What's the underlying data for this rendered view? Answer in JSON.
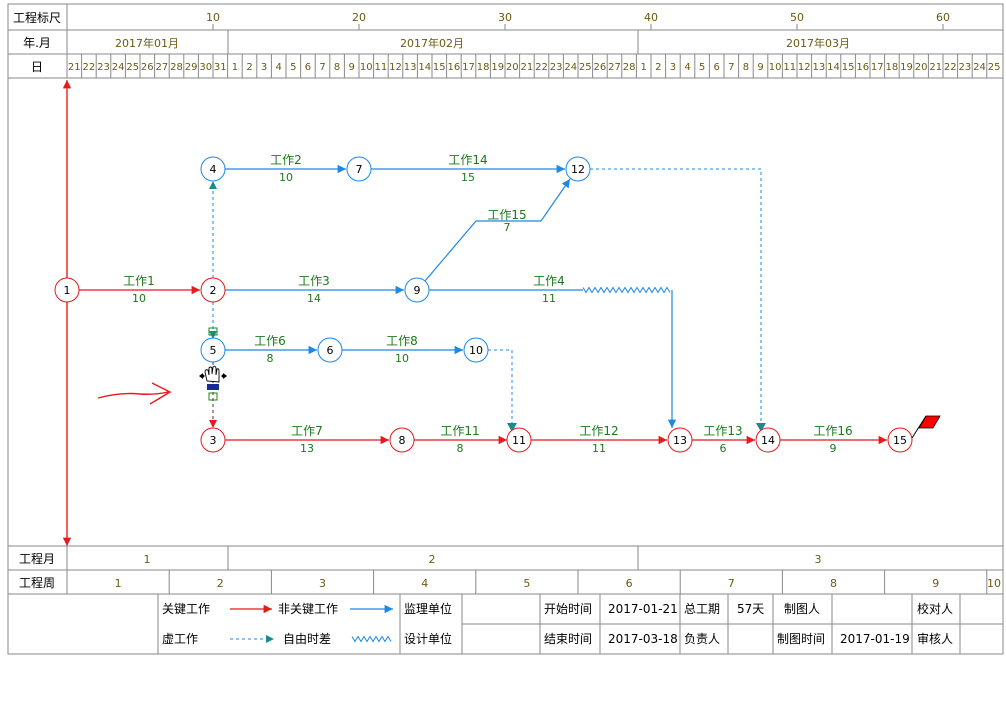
{
  "header": {
    "scale_label": "工程标尺",
    "yearmonth_label": "年.月",
    "day_label": "日",
    "scale_ticks": [
      "10",
      "20",
      "30",
      "40",
      "50",
      "60"
    ],
    "months": [
      "2017年01月",
      "2017年02月",
      "2017年03月"
    ],
    "days": [
      "21",
      "22",
      "23",
      "24",
      "25",
      "26",
      "27",
      "28",
      "29",
      "30",
      "31",
      "1",
      "2",
      "3",
      "4",
      "5",
      "6",
      "7",
      "8",
      "9",
      "10",
      "11",
      "12",
      "13",
      "14",
      "15",
      "16",
      "17",
      "18",
      "19",
      "20",
      "21",
      "22",
      "23",
      "24",
      "25",
      "26",
      "27",
      "28",
      "1",
      "2",
      "3",
      "4",
      "5",
      "6",
      "7",
      "8",
      "9",
      "10",
      "11",
      "12",
      "13",
      "14",
      "15",
      "16",
      "17",
      "18",
      "19",
      "20",
      "21",
      "22",
      "23",
      "24",
      "25"
    ]
  },
  "nodes": [
    {
      "id": "1",
      "critical": true
    },
    {
      "id": "2",
      "critical": true
    },
    {
      "id": "3",
      "critical": true
    },
    {
      "id": "4",
      "critical": false
    },
    {
      "id": "5",
      "critical": false
    },
    {
      "id": "6",
      "critical": false
    },
    {
      "id": "7",
      "critical": false
    },
    {
      "id": "8",
      "critical": true
    },
    {
      "id": "9",
      "critical": false
    },
    {
      "id": "10",
      "critical": false
    },
    {
      "id": "11",
      "critical": true
    },
    {
      "id": "12",
      "critical": false
    },
    {
      "id": "13",
      "critical": true
    },
    {
      "id": "14",
      "critical": true
    },
    {
      "id": "15",
      "critical": true
    }
  ],
  "tasks": [
    {
      "name": "工作1",
      "duration": "10",
      "critical": true
    },
    {
      "name": "工作2",
      "duration": "10",
      "critical": false
    },
    {
      "name": "工作14",
      "duration": "15",
      "critical": false
    },
    {
      "name": "工作3",
      "duration": "14",
      "critical": false
    },
    {
      "name": "工作15",
      "duration": "7",
      "critical": false
    },
    {
      "name": "工作4",
      "duration": "11",
      "critical": false
    },
    {
      "name": "工作6",
      "duration": "8",
      "critical": false
    },
    {
      "name": "工作8",
      "duration": "10",
      "critical": false
    },
    {
      "name": "工作7",
      "duration": "13",
      "critical": true
    },
    {
      "name": "工作11",
      "duration": "8",
      "critical": true
    },
    {
      "name": "工作12",
      "duration": "11",
      "critical": true
    },
    {
      "name": "工作13",
      "duration": "6",
      "critical": true
    },
    {
      "name": "工作16",
      "duration": "9",
      "critical": true
    }
  ],
  "footer": {
    "project_month_label": "工程月",
    "project_months": [
      "1",
      "2",
      "3"
    ],
    "project_week_label": "工程周",
    "project_weeks": [
      "1",
      "2",
      "3",
      "4",
      "5",
      "6",
      "7",
      "8",
      "9",
      "10"
    ],
    "legend": {
      "critical": "关键工作",
      "noncritical": "非关键工作",
      "dummy": "虚工作",
      "free_float": "自由时差"
    },
    "info": {
      "supervisor_label": "监理单位",
      "designer_label": "设计单位",
      "start_label": "开始时间",
      "start_value": "2017-01-21",
      "end_label": "结束时间",
      "end_value": "2017-03-18",
      "duration_label": "总工期",
      "duration_value": "57天",
      "owner_label": "负责人",
      "drafter_label": "制图人",
      "draw_time_label": "制图时间",
      "draw_time_value": "2017-01-19",
      "checker_label": "校对人",
      "reviewer_label": "审核人"
    }
  },
  "colors": {
    "critical": "#e8181c",
    "noncritical": "#1e88e5",
    "dummy": "#1e88e5",
    "free_float_arrow": "#1a8a8a",
    "task_text": "#1a7a1a",
    "grid_text": "#6a5a12",
    "flag": "#ff0000"
  },
  "icons": {
    "drag_cursor": "hand-drag-icon",
    "finish_flag": "finish-flag-icon",
    "annotation_arrow": "red-arrow-annotation-icon"
  }
}
